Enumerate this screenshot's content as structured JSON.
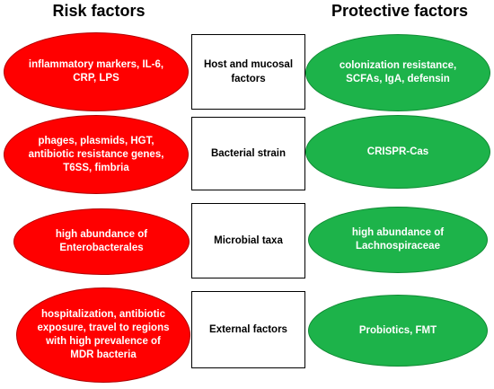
{
  "headings": {
    "risk": "Risk factors",
    "protective": "Protective factors"
  },
  "colors": {
    "risk": "#ff0000",
    "protective": "#1db34a",
    "box_border": "#000000"
  },
  "rows": [
    {
      "risk": "inflammatory markers, IL-6, CRP, LPS",
      "factor": "Host and mucosal factors",
      "protective": "colonization resistance, SCFAs, IgA, defensin"
    },
    {
      "risk": "phages, plasmids, HGT, antibiotic resistance genes, T6SS, fimbria",
      "factor": "Bacterial strain",
      "protective": "CRISPR-Cas"
    },
    {
      "risk": "high abundance of Enterobacterales",
      "factor": "Microbial taxa",
      "protective": "high abundance of Lachnospiraceae"
    },
    {
      "risk": "hospitalization, antibiotic exposure, travel to regions with high prevalence of MDR bacteria",
      "factor": "External factors",
      "protective": "Probiotics, FMT"
    }
  ]
}
